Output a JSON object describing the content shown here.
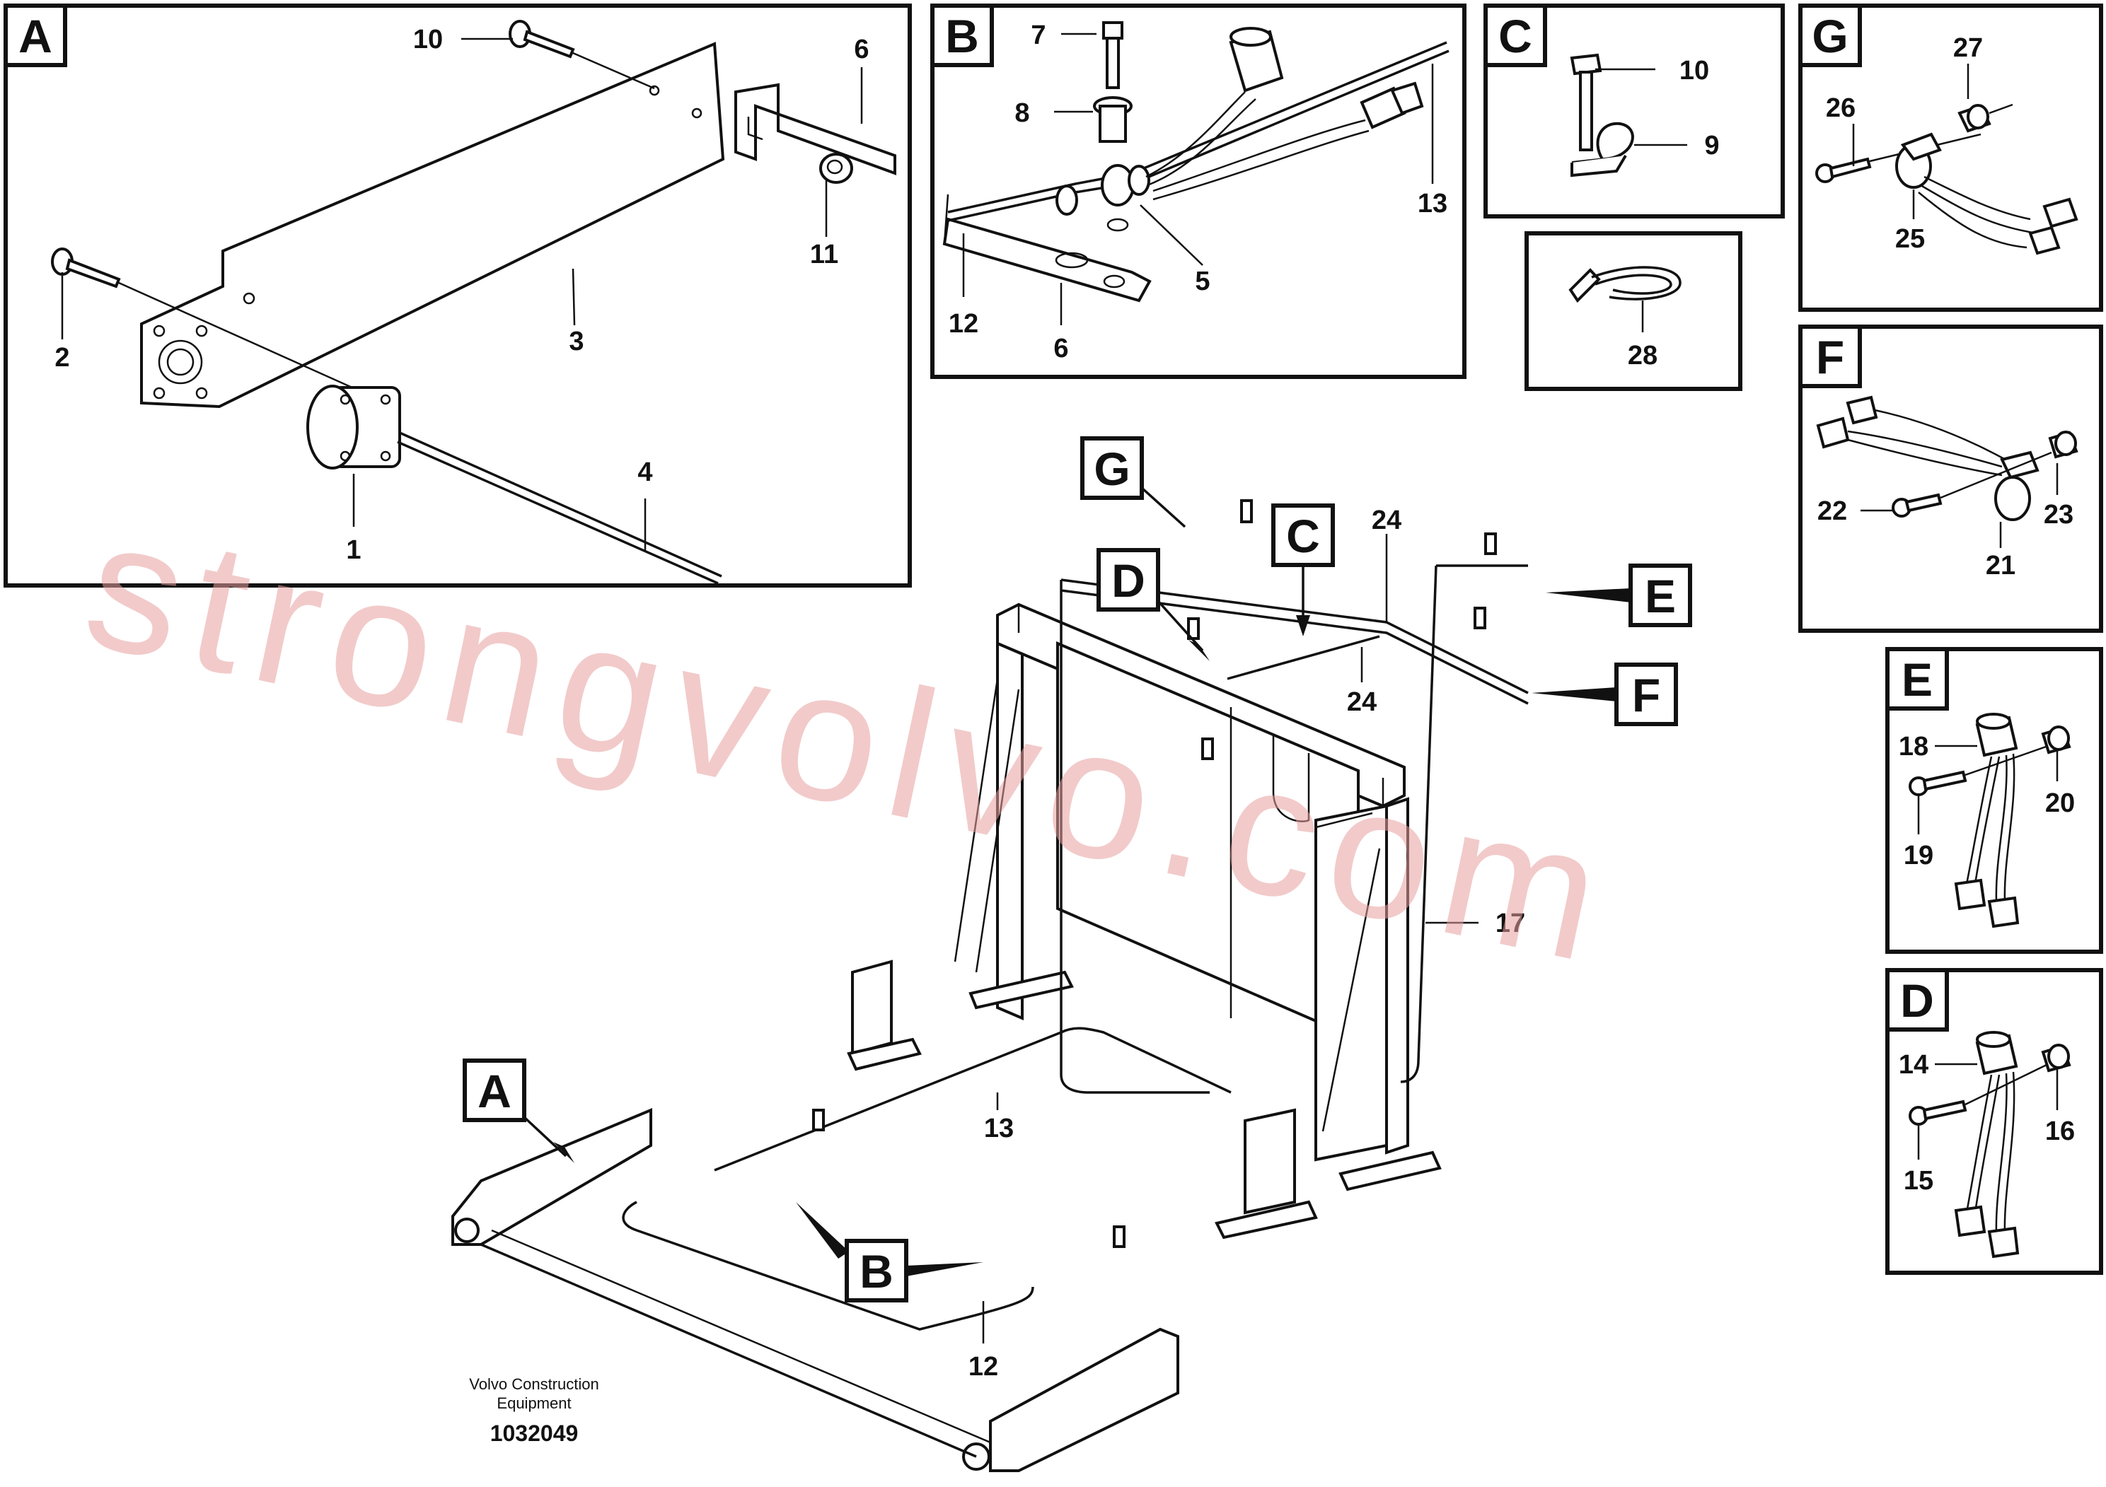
{
  "panels": {
    "A": {
      "letter": "A",
      "labels": {
        "p10": "10",
        "p6": "6",
        "p2": "2",
        "p3": "3",
        "p11": "11",
        "p4": "4",
        "p1": "1"
      }
    },
    "B": {
      "letter": "B",
      "labels": {
        "p7": "7",
        "p8": "8",
        "p13": "13",
        "p5": "5",
        "p12": "12",
        "p6": "6"
      }
    },
    "C": {
      "letter": "C",
      "labels": {
        "p10": "10",
        "p9": "9"
      }
    },
    "T": {
      "labels": {
        "p28": "28"
      }
    },
    "G": {
      "letter": "G",
      "labels": {
        "p27": "27",
        "p26": "26",
        "p25": "25"
      }
    },
    "F": {
      "letter": "F",
      "labels": {
        "p22": "22",
        "p23": "23",
        "p21": "21"
      }
    },
    "E": {
      "letter": "E",
      "labels": {
        "p18": "18",
        "p20": "20",
        "p19": "19"
      }
    },
    "D": {
      "letter": "D",
      "labels": {
        "p14": "14",
        "p16": "16",
        "p15": "15"
      }
    }
  },
  "main": {
    "callouts": {
      "G": "G",
      "D": "D",
      "C": "C",
      "E": "E",
      "F": "F",
      "A": "A",
      "B": "B"
    },
    "labels": {
      "p24a": "24",
      "p24b": "24",
      "p17": "17",
      "p13": "13",
      "p12": "12"
    }
  },
  "caption": {
    "line1": "Volvo Construction",
    "line2": "Equipment",
    "id": "1032049"
  },
  "watermark": "strongvolvo.com"
}
